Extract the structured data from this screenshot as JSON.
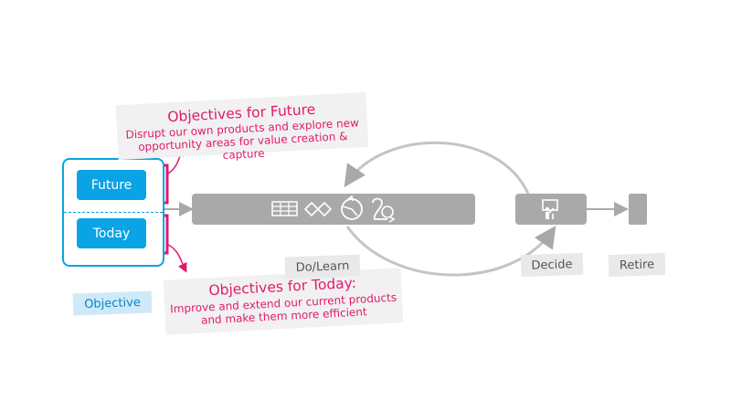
{
  "objective_box": {
    "future_label": "Future",
    "today_label": "Today",
    "caption": "Objective"
  },
  "future_note": {
    "title": "Objectives for Future",
    "body_line1": "Disrupt our own products and explore new",
    "body_line2": "opportunity areas for value creation & capture"
  },
  "today_note": {
    "title": "Objectives for Today:",
    "body_line1": "Improve and extend our current products",
    "body_line2": "and make them more efficient"
  },
  "stages": {
    "do_learn": "Do/Learn",
    "decide": "Decide",
    "retire": "Retire"
  },
  "icons": [
    "table-icon",
    "diamonds-icon",
    "cycle-icon",
    "loop-arrow-icon",
    "presenter-icon"
  ],
  "colors": {
    "blue": "#0aa3e6",
    "pink": "#e3196b",
    "gray_bar": "#a9a9a9",
    "light_blue": "#cfe9f9"
  }
}
